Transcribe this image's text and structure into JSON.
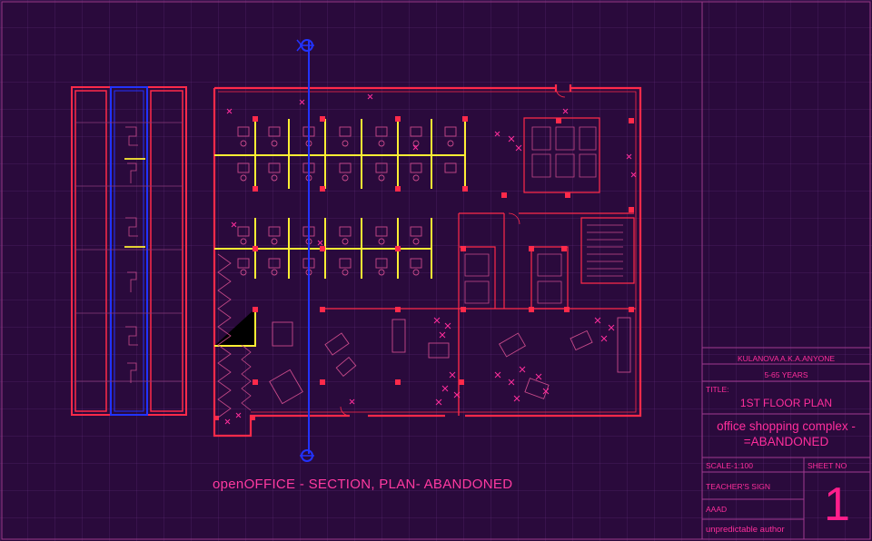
{
  "drawing": {
    "caption": "openOFFICE - SECTION, PLAN- ABANDONED"
  },
  "title_block": {
    "author": "KULANOVA A.K.A.ANYONE",
    "age": "5-65 YEARS",
    "title_label": "TITLE:",
    "title": "1ST FLOOR PLAN",
    "project_line1": "office shopping complex -",
    "project_line2": "=ABANDONED",
    "scale": "SCALE-1:100",
    "sheet_label": "SHEET NO",
    "sheet_number": "1",
    "teacher_sign_label": "TEACHER'S SIGN",
    "teacher_sign": "AAAD",
    "footer": "unpredictable author"
  },
  "colors": {
    "background": "#2a0a3c",
    "wall": "#ff2a4a",
    "partition": "#ffee33",
    "section_line": "#2233ff",
    "annotation": "#ff2e9c",
    "furniture": "#c84a8a"
  }
}
